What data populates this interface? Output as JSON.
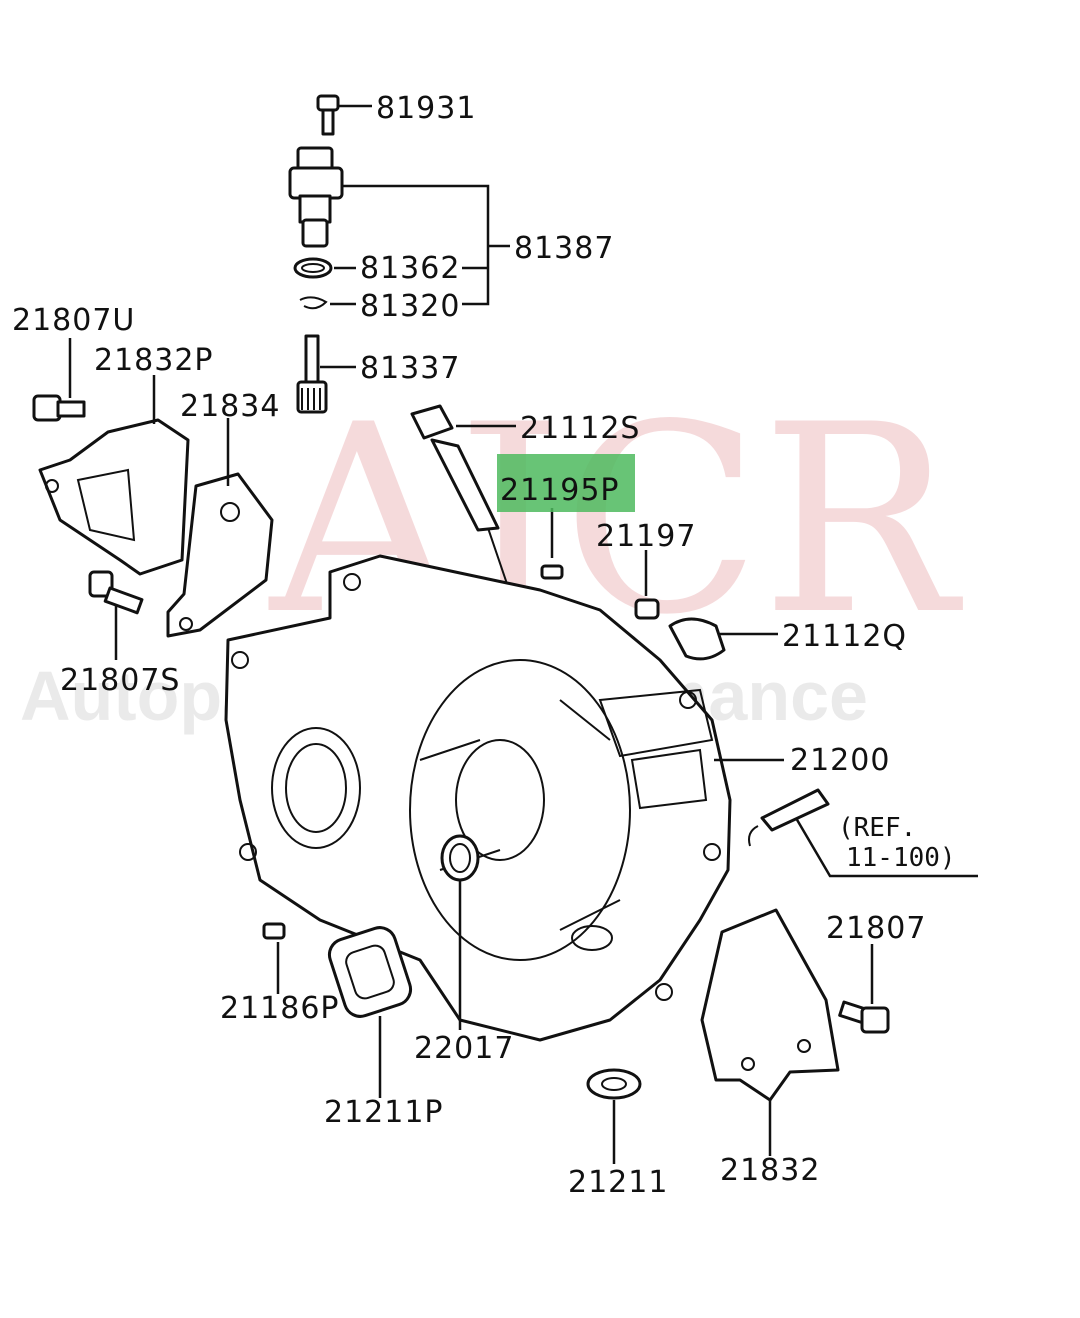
{
  "watermark": {
    "logo_text": "AJCR",
    "tagline": "Autoparts & Performance"
  },
  "highlight_color": "#4dba5e",
  "labels": {
    "p81931": "81931",
    "p81387": "81387",
    "p81362": "81362",
    "p81320": "81320",
    "p81337": "81337",
    "p21807U": "21807U",
    "p21832P": "21832P",
    "p21834": "21834",
    "p21112S": "21112S",
    "p21195P": "21195P",
    "p21197": "21197",
    "p21112Q": "21112Q",
    "p21807S": "21807S",
    "p21200": "21200",
    "ref_line1": "(REF.",
    "ref_line2": "11-100)",
    "p21807": "21807",
    "p21186P": "21186P",
    "p22017": "22017",
    "p21211P": "21211P",
    "p21211": "21211",
    "p21832": "21832"
  }
}
